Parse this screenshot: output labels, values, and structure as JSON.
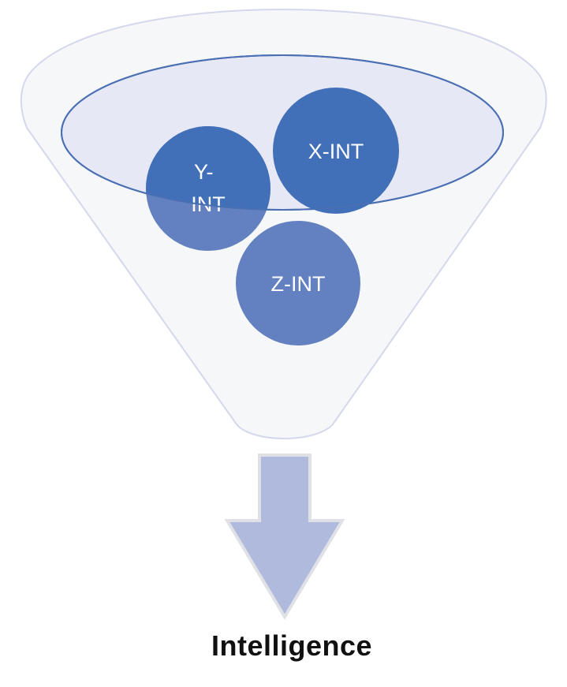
{
  "circles": [
    {
      "label_line1": "Y-",
      "label_line2": "INT"
    },
    {
      "label": "X-INT"
    },
    {
      "label": "Z-INT"
    }
  ],
  "output": {
    "label": "Intelligence"
  },
  "colors": {
    "funnel_fill": "#f6f7f8",
    "funnel_stroke": "#d4d8ec",
    "funnel_mouth_fill": "#e6e9f5",
    "funnel_mouth_stroke": "#4a6fb3",
    "circle_dark": "#4270b8",
    "circle_light": "#6381c0",
    "arrow_fill": "#afbadd",
    "arrow_stroke": "#dfe1e6"
  }
}
